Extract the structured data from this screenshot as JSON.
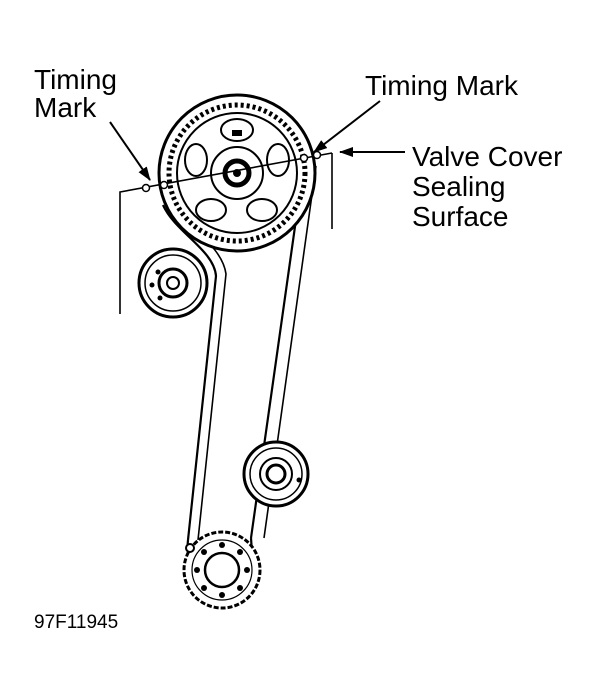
{
  "labels": {
    "timing_mark_left_line1": "Timing",
    "timing_mark_left_line2": "Mark",
    "timing_mark_right": "Timing Mark",
    "valve_cover_line1": "Valve Cover",
    "valve_cover_line2": "Sealing",
    "valve_cover_line3": "Surface"
  },
  "figure_code": "97F11945"
}
